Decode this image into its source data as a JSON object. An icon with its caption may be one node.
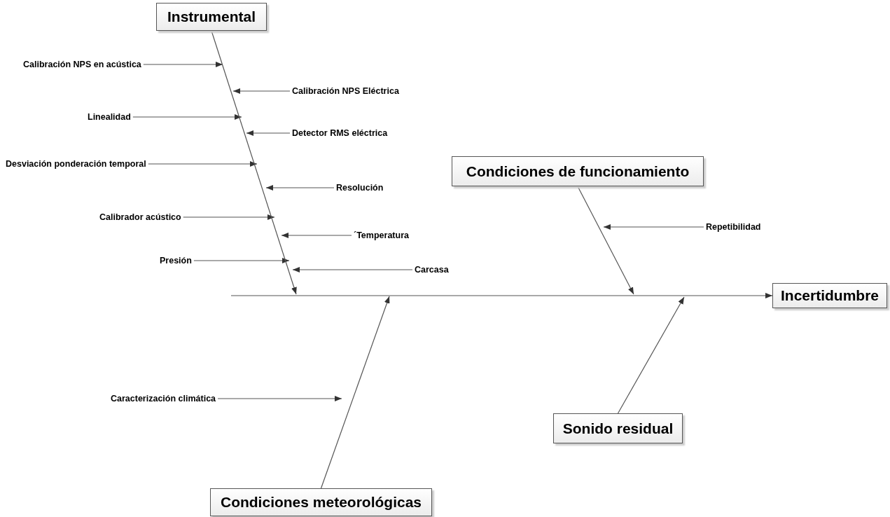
{
  "diagram": {
    "nodes": [
      {
        "text": [
          "Instrumental"
        ]
      },
      {
        "text": [
          "Calibración NPS en acústica"
        ]
      },
      {
        "text": [
          "Calibración NPS Eléctrica"
        ]
      },
      {
        "text": [
          "Linealidad"
        ]
      },
      {
        "text": [
          "Detector RMS eléctrica"
        ]
      },
      {
        "text": [
          "Desviación ponderación temporal"
        ]
      },
      {
        "text": [
          "Resolución"
        ]
      },
      {
        "text": [
          "Calibrador acústico"
        ]
      },
      {
        "text": [
          "´Temperatura"
        ]
      },
      {
        "text": [
          "Presión"
        ]
      },
      {
        "text": [
          "Carcasa"
        ]
      },
      {
        "text": [
          "Condiciones de funcionamiento"
        ]
      },
      {
        "text": [
          "Repetibilidad"
        ]
      },
      {
        "text": [
          "Incertidumbre"
        ]
      },
      {
        "text": [
          "Caracterización climática"
        ]
      },
      {
        "text": [
          "Sonido residual"
        ]
      },
      {
        "text": [
          "Condiciones meteorológicas"
        ]
      }
    ],
    "edges": [
      {
        "from": 1,
        "to": null,
        "arrow": "to"
      },
      {
        "from": 2,
        "to": null,
        "arrow": "to"
      },
      {
        "from": 3,
        "to": null,
        "arrow": "to"
      },
      {
        "from": 4,
        "to": null,
        "arrow": "to"
      },
      {
        "from": 5,
        "to": null,
        "arrow": "to"
      },
      {
        "from": 6,
        "to": null,
        "arrow": "to"
      },
      {
        "from": 7,
        "to": null,
        "arrow": "to"
      },
      {
        "from": 8,
        "to": null,
        "arrow": "to"
      },
      {
        "from": 9,
        "to": null,
        "arrow": "to"
      },
      {
        "from": 10,
        "to": null,
        "arrow": "to"
      },
      {
        "from": 0,
        "to": null,
        "arrow": "to"
      },
      {
        "from": 12,
        "to": null,
        "arrow": "to"
      },
      {
        "from": 11,
        "to": null,
        "arrow": "to"
      },
      {
        "from": 14,
        "to": null,
        "arrow": "to"
      },
      {
        "from": 16,
        "to": null,
        "arrow": "to"
      },
      {
        "from": 15,
        "to": null,
        "arrow": "to"
      },
      {
        "from": null,
        "to": 13,
        "arrow": "to"
      }
    ]
  }
}
